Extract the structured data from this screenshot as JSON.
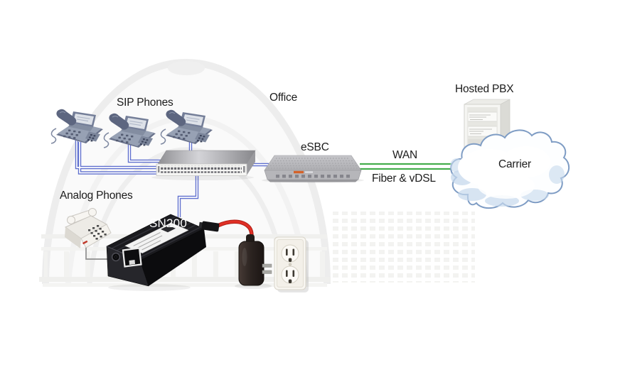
{
  "title": "Hosted PBX survivability network diagram",
  "labels": {
    "sip_phones": "SIP Phones",
    "office": "Office",
    "esbc": "eSBC",
    "wan": "WAN",
    "fiber_vdsl": "Fiber & vDSL",
    "hosted_pbx": "Hosted PBX",
    "carrier": "Carrier",
    "analog_phones": "Analog Phones",
    "sn200": "SN200"
  },
  "nodes": [
    {
      "id": "sip-phone-1",
      "type": "sip-phone",
      "group_label": "SIP Phones"
    },
    {
      "id": "sip-phone-2",
      "type": "sip-phone",
      "group_label": "SIP Phones"
    },
    {
      "id": "sip-phone-3",
      "type": "sip-phone",
      "group_label": "SIP Phones"
    },
    {
      "id": "lan-switch",
      "type": "ethernet-switch"
    },
    {
      "id": "esbc",
      "type": "esbc-router",
      "label": "eSBC",
      "location_label": "Office"
    },
    {
      "id": "hosted-pbx",
      "type": "server-rack",
      "label": "Hosted PBX"
    },
    {
      "id": "carrier-cloud",
      "type": "cloud",
      "label": "Carrier"
    },
    {
      "id": "analog-phone",
      "type": "analog-phone",
      "group_label": "Analog Phones"
    },
    {
      "id": "sn200",
      "type": "analog-terminal-adapter",
      "label": "SN200"
    },
    {
      "id": "power-adapter",
      "type": "power-adapter"
    },
    {
      "id": "wall-outlet",
      "type": "wall-outlet"
    }
  ],
  "links": [
    {
      "from": "sip-phone-1",
      "to": "lan-switch",
      "medium": "ethernet"
    },
    {
      "from": "sip-phone-2",
      "to": "lan-switch",
      "medium": "ethernet"
    },
    {
      "from": "sip-phone-3",
      "to": "lan-switch",
      "medium": "ethernet"
    },
    {
      "from": "lan-switch",
      "to": "esbc",
      "medium": "ethernet"
    },
    {
      "from": "lan-switch",
      "to": "sn200",
      "medium": "ethernet"
    },
    {
      "from": "esbc",
      "to": "carrier-cloud",
      "medium": "wan",
      "labels": [
        "WAN",
        "Fiber & vDSL"
      ]
    },
    {
      "from": "analog-phone",
      "to": "sn200",
      "medium": "analog-line"
    },
    {
      "from": "sn200",
      "to": "power-adapter",
      "medium": "power"
    },
    {
      "from": "hosted-pbx",
      "to": "carrier-cloud",
      "medium": "hosted-on"
    }
  ],
  "colors": {
    "lan_link": "#5f6fce",
    "wan_link": "#45ae4d",
    "power_cable": "#e03026",
    "analog_line": "#8f8f8f",
    "cloud_outline": "#7e9cc4",
    "cloud_shade": "#c6d8ec",
    "sn200_body": "#1b1b1f",
    "esbc_accent": "#d4622a",
    "label_text": "#1c1c1c",
    "sn200_label_text": "#ffffff"
  }
}
